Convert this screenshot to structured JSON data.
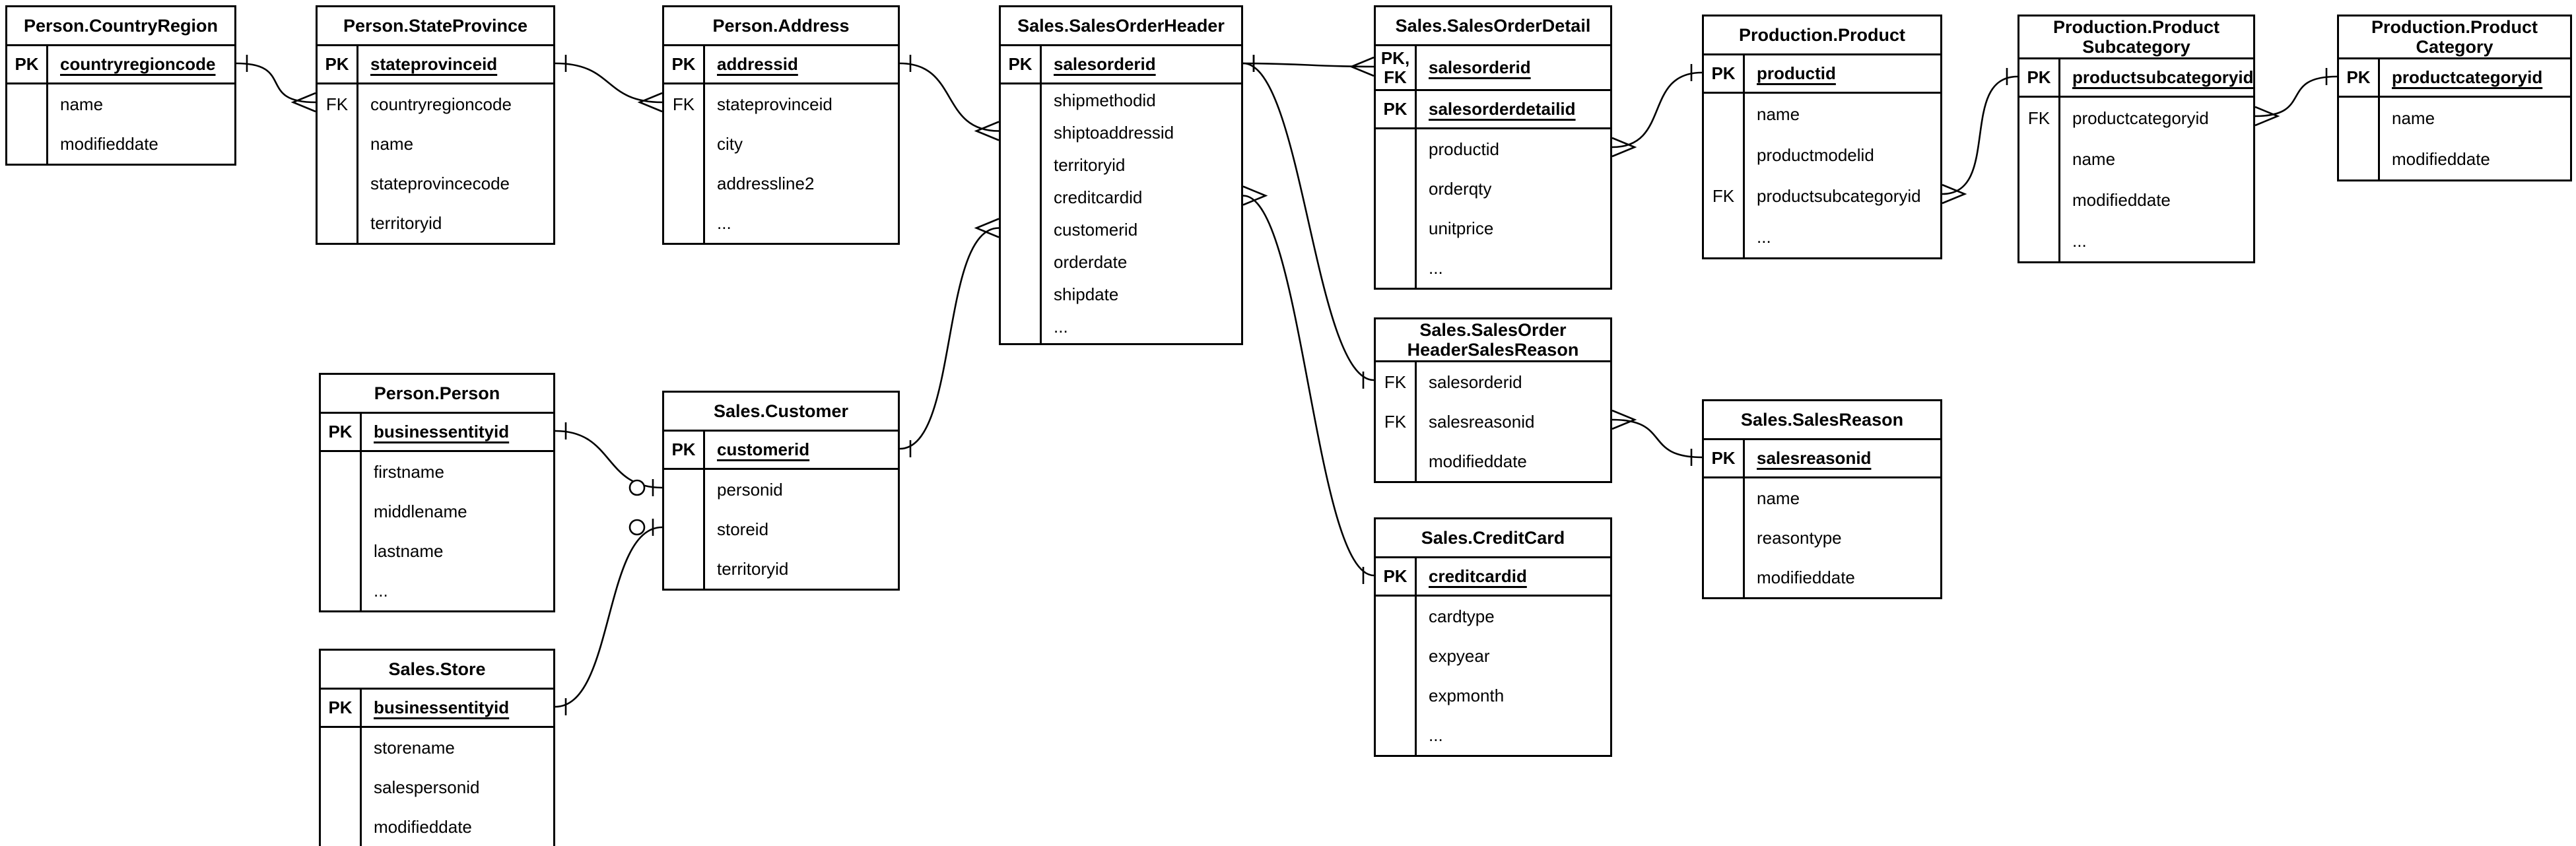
{
  "diagram": {
    "background_color": "#ffffff",
    "line_color": "#000000",
    "tables": [
      {
        "id": "countryregion",
        "title": "Person.CountryRegion",
        "key_rows": [
          {
            "key": "PK",
            "field": "countryregioncode"
          }
        ],
        "rows": [
          {
            "key": "",
            "field": "name"
          },
          {
            "key": "",
            "field": "modifieddate"
          }
        ]
      },
      {
        "id": "stateprovince",
        "title": "Person.StateProvince",
        "key_rows": [
          {
            "key": "PK",
            "field": "stateprovinceid"
          }
        ],
        "rows": [
          {
            "key": "FK",
            "field": "countryregioncode"
          },
          {
            "key": "",
            "field": "name"
          },
          {
            "key": "",
            "field": "stateprovincecode"
          },
          {
            "key": "",
            "field": "territoryid"
          }
        ]
      },
      {
        "id": "address",
        "title": "Person.Address",
        "key_rows": [
          {
            "key": "PK",
            "field": "addressid"
          }
        ],
        "rows": [
          {
            "key": "FK",
            "field": "stateprovinceid"
          },
          {
            "key": "",
            "field": "city"
          },
          {
            "key": "",
            "field": "addressline2"
          },
          {
            "key": "",
            "field": "..."
          }
        ]
      },
      {
        "id": "salesorderheader",
        "title": "Sales.SalesOrderHeader",
        "key_rows": [
          {
            "key": "PK",
            "field": "salesorderid"
          }
        ],
        "rows": [
          {
            "key": "",
            "field": "shipmethodid"
          },
          {
            "key": "",
            "field": "shiptoaddressid"
          },
          {
            "key": "",
            "field": "territoryid"
          },
          {
            "key": "",
            "field": "creditcardid"
          },
          {
            "key": "",
            "field": "customerid"
          },
          {
            "key": "",
            "field": "orderdate"
          },
          {
            "key": "",
            "field": "shipdate"
          },
          {
            "key": "",
            "field": "..."
          }
        ]
      },
      {
        "id": "salesorderdetail",
        "title": "Sales.SalesOrderDetail",
        "key_rows": [
          {
            "key": "PK,\nFK",
            "field": "salesorderid"
          },
          {
            "key": "PK",
            "field": "salesorderdetailid"
          }
        ],
        "rows": [
          {
            "key": "",
            "field": "productid"
          },
          {
            "key": "",
            "field": "orderqty"
          },
          {
            "key": "",
            "field": "unitprice"
          },
          {
            "key": "",
            "field": "..."
          }
        ]
      },
      {
        "id": "product",
        "title": "Production.Product",
        "key_rows": [
          {
            "key": "PK",
            "field": "productid"
          }
        ],
        "rows": [
          {
            "key": "",
            "field": "name"
          },
          {
            "key": "",
            "field": "productmodelid"
          },
          {
            "key": "FK",
            "field": "productsubcategoryid"
          },
          {
            "key": "",
            "field": "..."
          }
        ]
      },
      {
        "id": "productsubcategory",
        "title": "Production.Product\nSubcategory",
        "key_rows": [
          {
            "key": "PK",
            "field": "productsubcategoryid"
          }
        ],
        "rows": [
          {
            "key": "FK",
            "field": "productcategoryid"
          },
          {
            "key": "",
            "field": "name"
          },
          {
            "key": "",
            "field": "modifieddate"
          },
          {
            "key": "",
            "field": "..."
          }
        ]
      },
      {
        "id": "productcategory",
        "title": "Production.Product\nCategory",
        "key_rows": [
          {
            "key": "PK",
            "field": "productcategoryid"
          }
        ],
        "rows": [
          {
            "key": "",
            "field": "name"
          },
          {
            "key": "",
            "field": "modifieddate"
          }
        ]
      },
      {
        "id": "person",
        "title": "Person.Person",
        "key_rows": [
          {
            "key": "PK",
            "field": "businessentityid"
          }
        ],
        "rows": [
          {
            "key": "",
            "field": "firstname"
          },
          {
            "key": "",
            "field": "middlename"
          },
          {
            "key": "",
            "field": "lastname"
          },
          {
            "key": "",
            "field": "..."
          }
        ]
      },
      {
        "id": "customer",
        "title": "Sales.Customer",
        "key_rows": [
          {
            "key": "PK",
            "field": "customerid"
          }
        ],
        "rows": [
          {
            "key": "",
            "field": "personid"
          },
          {
            "key": "",
            "field": "storeid"
          },
          {
            "key": "",
            "field": "territoryid"
          }
        ]
      },
      {
        "id": "store",
        "title": "Sales.Store",
        "key_rows": [
          {
            "key": "PK",
            "field": "businessentityid"
          }
        ],
        "rows": [
          {
            "key": "",
            "field": "storename"
          },
          {
            "key": "",
            "field": "salespersonid"
          },
          {
            "key": "",
            "field": "modifieddate"
          }
        ]
      },
      {
        "id": "salesorderheadersalesreason",
        "title": "Sales.SalesOrder\nHeaderSalesReason",
        "key_rows": [],
        "rows": [
          {
            "key": "FK",
            "field": "salesorderid"
          },
          {
            "key": "FK",
            "field": "salesreasonid"
          },
          {
            "key": "",
            "field": "modifieddate"
          }
        ]
      },
      {
        "id": "salesreason",
        "title": "Sales.SalesReason",
        "key_rows": [
          {
            "key": "PK",
            "field": "salesreasonid"
          }
        ],
        "rows": [
          {
            "key": "",
            "field": "name"
          },
          {
            "key": "",
            "field": "reasontype"
          },
          {
            "key": "",
            "field": "modifieddate"
          }
        ]
      },
      {
        "id": "creditcard",
        "title": "Sales.CreditCard",
        "key_rows": [
          {
            "key": "PK",
            "field": "creditcardid"
          }
        ],
        "rows": [
          {
            "key": "",
            "field": "cardtype"
          },
          {
            "key": "",
            "field": "expyear"
          },
          {
            "key": "",
            "field": "expmonth"
          },
          {
            "key": "",
            "field": "..."
          }
        ]
      }
    ],
    "connectors": [
      {
        "from": {
          "table": "countryregion",
          "row": "countryregioncode",
          "side": "right",
          "marker": "one"
        },
        "to": {
          "table": "stateprovince",
          "row": "countryregioncode",
          "side": "left",
          "marker": "many"
        }
      },
      {
        "from": {
          "table": "stateprovince",
          "row": "stateprovinceid",
          "side": "right",
          "marker": "one"
        },
        "to": {
          "table": "address",
          "row": "stateprovinceid",
          "side": "left",
          "marker": "many"
        }
      },
      {
        "from": {
          "table": "address",
          "row": "addressid",
          "side": "right",
          "marker": "one"
        },
        "to": {
          "table": "salesorderheader",
          "row": "shiptoaddressid",
          "side": "left",
          "marker": "many"
        }
      },
      {
        "from": {
          "table": "customer",
          "row": "customerid",
          "side": "right",
          "marker": "one"
        },
        "to": {
          "table": "salesorderheader",
          "row": "customerid",
          "side": "left",
          "marker": "many"
        }
      },
      {
        "from": {
          "table": "person",
          "row": "businessentityid",
          "side": "right",
          "marker": "one"
        },
        "to": {
          "table": "customer",
          "row": "personid",
          "side": "left",
          "marker": "zero-or-one"
        }
      },
      {
        "from": {
          "table": "store",
          "row": "businessentityid",
          "side": "right",
          "marker": "one"
        },
        "to": {
          "table": "customer",
          "row": "storeid",
          "side": "left",
          "marker": "zero-or-one"
        }
      },
      {
        "from": {
          "table": "salesorderheader",
          "row": "salesorderid",
          "side": "right",
          "marker": "one"
        },
        "to": {
          "table": "salesorderdetail",
          "row": "salesorderid",
          "side": "left",
          "marker": "many"
        }
      },
      {
        "from": {
          "table": "salesorderheader",
          "row": "salesorderid",
          "side": "right",
          "marker": "one"
        },
        "to": {
          "table": "salesorderheadersalesreason",
          "row": "salesorderid",
          "side": "left",
          "marker": "one"
        }
      },
      {
        "from": {
          "table": "creditcard",
          "row": "creditcardid",
          "side": "left",
          "marker": "one"
        },
        "to": {
          "table": "salesorderheader",
          "row": "creditcardid",
          "side": "right",
          "marker": "many"
        }
      },
      {
        "from": {
          "table": "salesorderdetail",
          "row": "productid",
          "side": "right",
          "marker": "many"
        },
        "to": {
          "table": "product",
          "row": "productid",
          "side": "left",
          "marker": "one"
        }
      },
      {
        "from": {
          "table": "product",
          "row": "productsubcategoryid",
          "side": "right",
          "marker": "many"
        },
        "to": {
          "table": "productsubcategory",
          "row": "productsubcategoryid",
          "side": "left",
          "marker": "one"
        }
      },
      {
        "from": {
          "table": "productsubcategory",
          "row": "productcategoryid",
          "side": "right",
          "marker": "many"
        },
        "to": {
          "table": "productcategory",
          "row": "productcategoryid",
          "side": "left",
          "marker": "one"
        }
      },
      {
        "from": {
          "table": "salesorderheadersalesreason",
          "row": "salesreasonid",
          "side": "right",
          "marker": "many"
        },
        "to": {
          "table": "salesreason",
          "row": "salesreasonid",
          "side": "left",
          "marker": "one"
        }
      }
    ]
  }
}
